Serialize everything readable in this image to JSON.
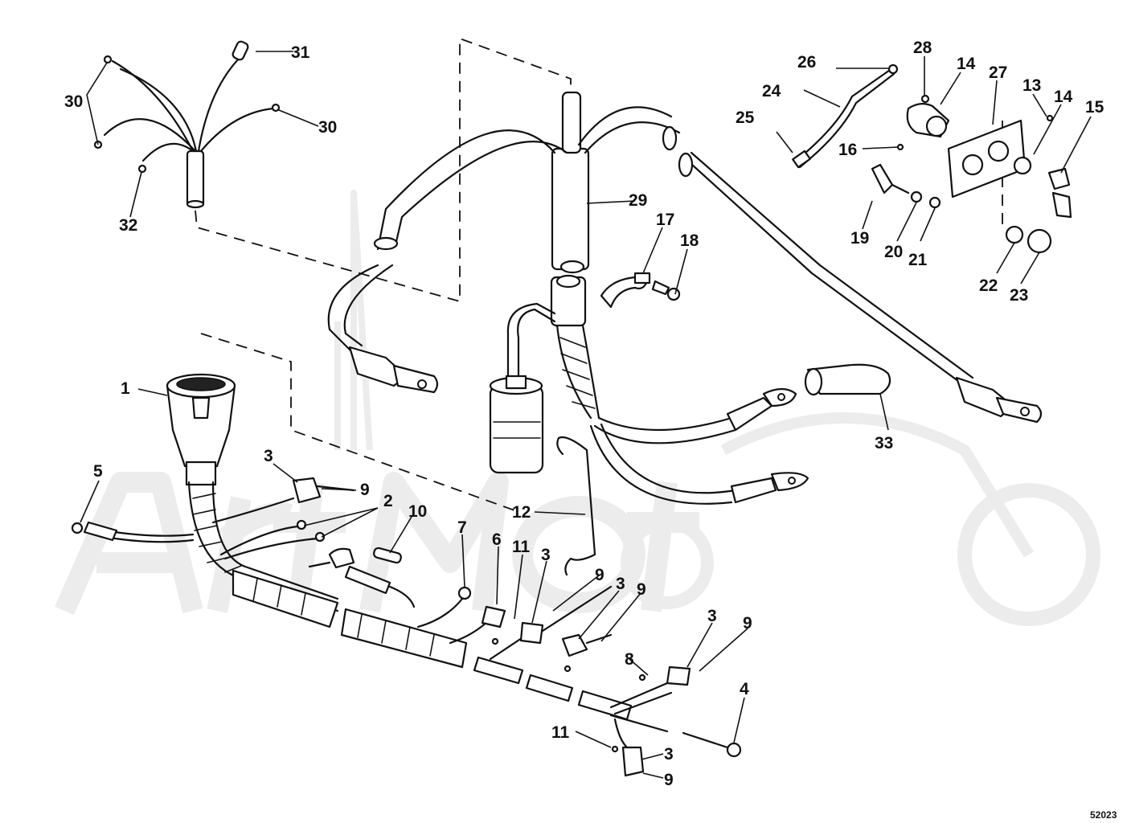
{
  "diagram": {
    "callouts": {
      "c1": "1",
      "c2": "2",
      "c3a": "3",
      "c3b": "3",
      "c3c": "3",
      "c3d": "3",
      "c3e": "3",
      "c4": "4",
      "c5": "5",
      "c6": "6",
      "c7": "7",
      "c8": "8",
      "c9a": "9",
      "c9b": "9",
      "c9c": "9",
      "c9d": "9",
      "c9e": "9",
      "c10": "10",
      "c11a": "11",
      "c11b": "11",
      "c12": "12",
      "c13": "13",
      "c14a": "14",
      "c14b": "14",
      "c15": "15",
      "c16": "16",
      "c17": "17",
      "c18": "18",
      "c19": "19",
      "c20": "20",
      "c21": "21",
      "c22": "22",
      "c23": "23",
      "c24": "24",
      "c25": "25",
      "c26": "26",
      "c27": "27",
      "c28": "28",
      "c29": "29",
      "c30a": "30",
      "c30b": "30",
      "c31": "31",
      "c32": "32",
      "c33": "33"
    },
    "drawing_code": "52023",
    "watermark_text": "ArtMoto"
  }
}
